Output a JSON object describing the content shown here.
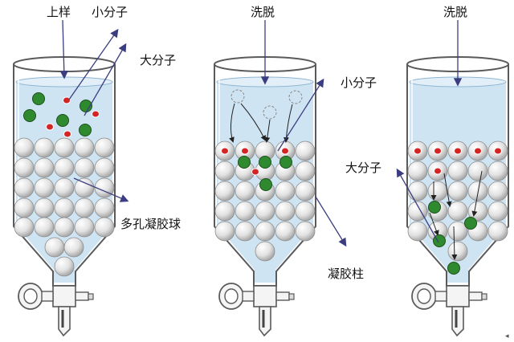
{
  "labels": {
    "load_sample": "上样",
    "small_molecule_1": "小分子",
    "large_molecule_1": "大分子",
    "porous_gel_beads": "多孔凝胶球",
    "elute_1": "洗脱",
    "small_molecule_2": "小分子",
    "gel_column": "凝胶柱",
    "elute_2": "洗脱",
    "large_molecule_2": "大分子"
  },
  "colors": {
    "liquid": "#cfe4f3",
    "liquid_line": "#8fb6d3",
    "glass": "#5a5a5a",
    "bead": "#e4e4e4",
    "large_molecule": "#2f8a2f",
    "small_molecule": "#d42424",
    "arrow": "#3b3d80"
  }
}
